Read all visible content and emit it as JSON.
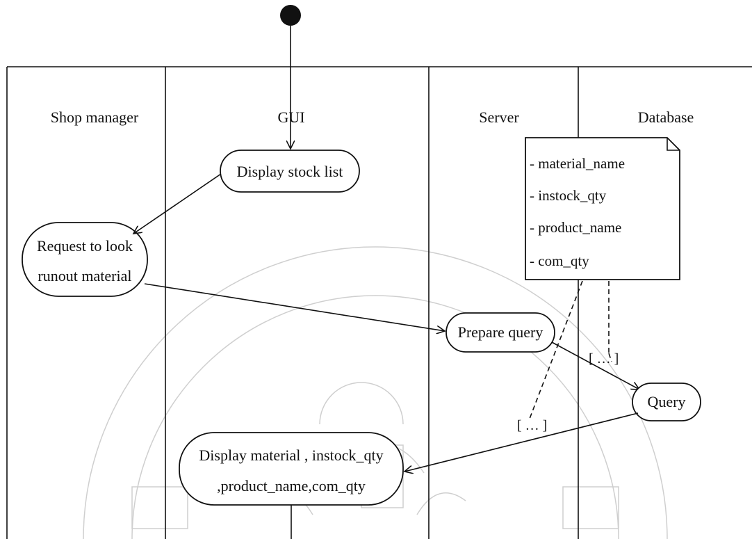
{
  "lanes": [
    {
      "title": "Shop manager"
    },
    {
      "title": "GUI"
    },
    {
      "title": "Server"
    },
    {
      "title": "Database"
    }
  ],
  "nodes": {
    "display_stock_list": "Display stock list",
    "request_line1": "Request to look",
    "request_line2": "runout material",
    "prepare_query": "Prepare query",
    "query": "Query",
    "display_line1": "Display material , instock_qty",
    "display_line2": ",product_name,com_qty"
  },
  "note": {
    "items": [
      "- material_name",
      "- instock_qty",
      "- product_name",
      "- com_qty"
    ]
  },
  "guards": {
    "guard_1": "[ … ]",
    "guard_2": "[ … ]"
  },
  "colors": {
    "ink": "#111111",
    "watermark": "#cfcfcf",
    "background": "#ffffff"
  }
}
